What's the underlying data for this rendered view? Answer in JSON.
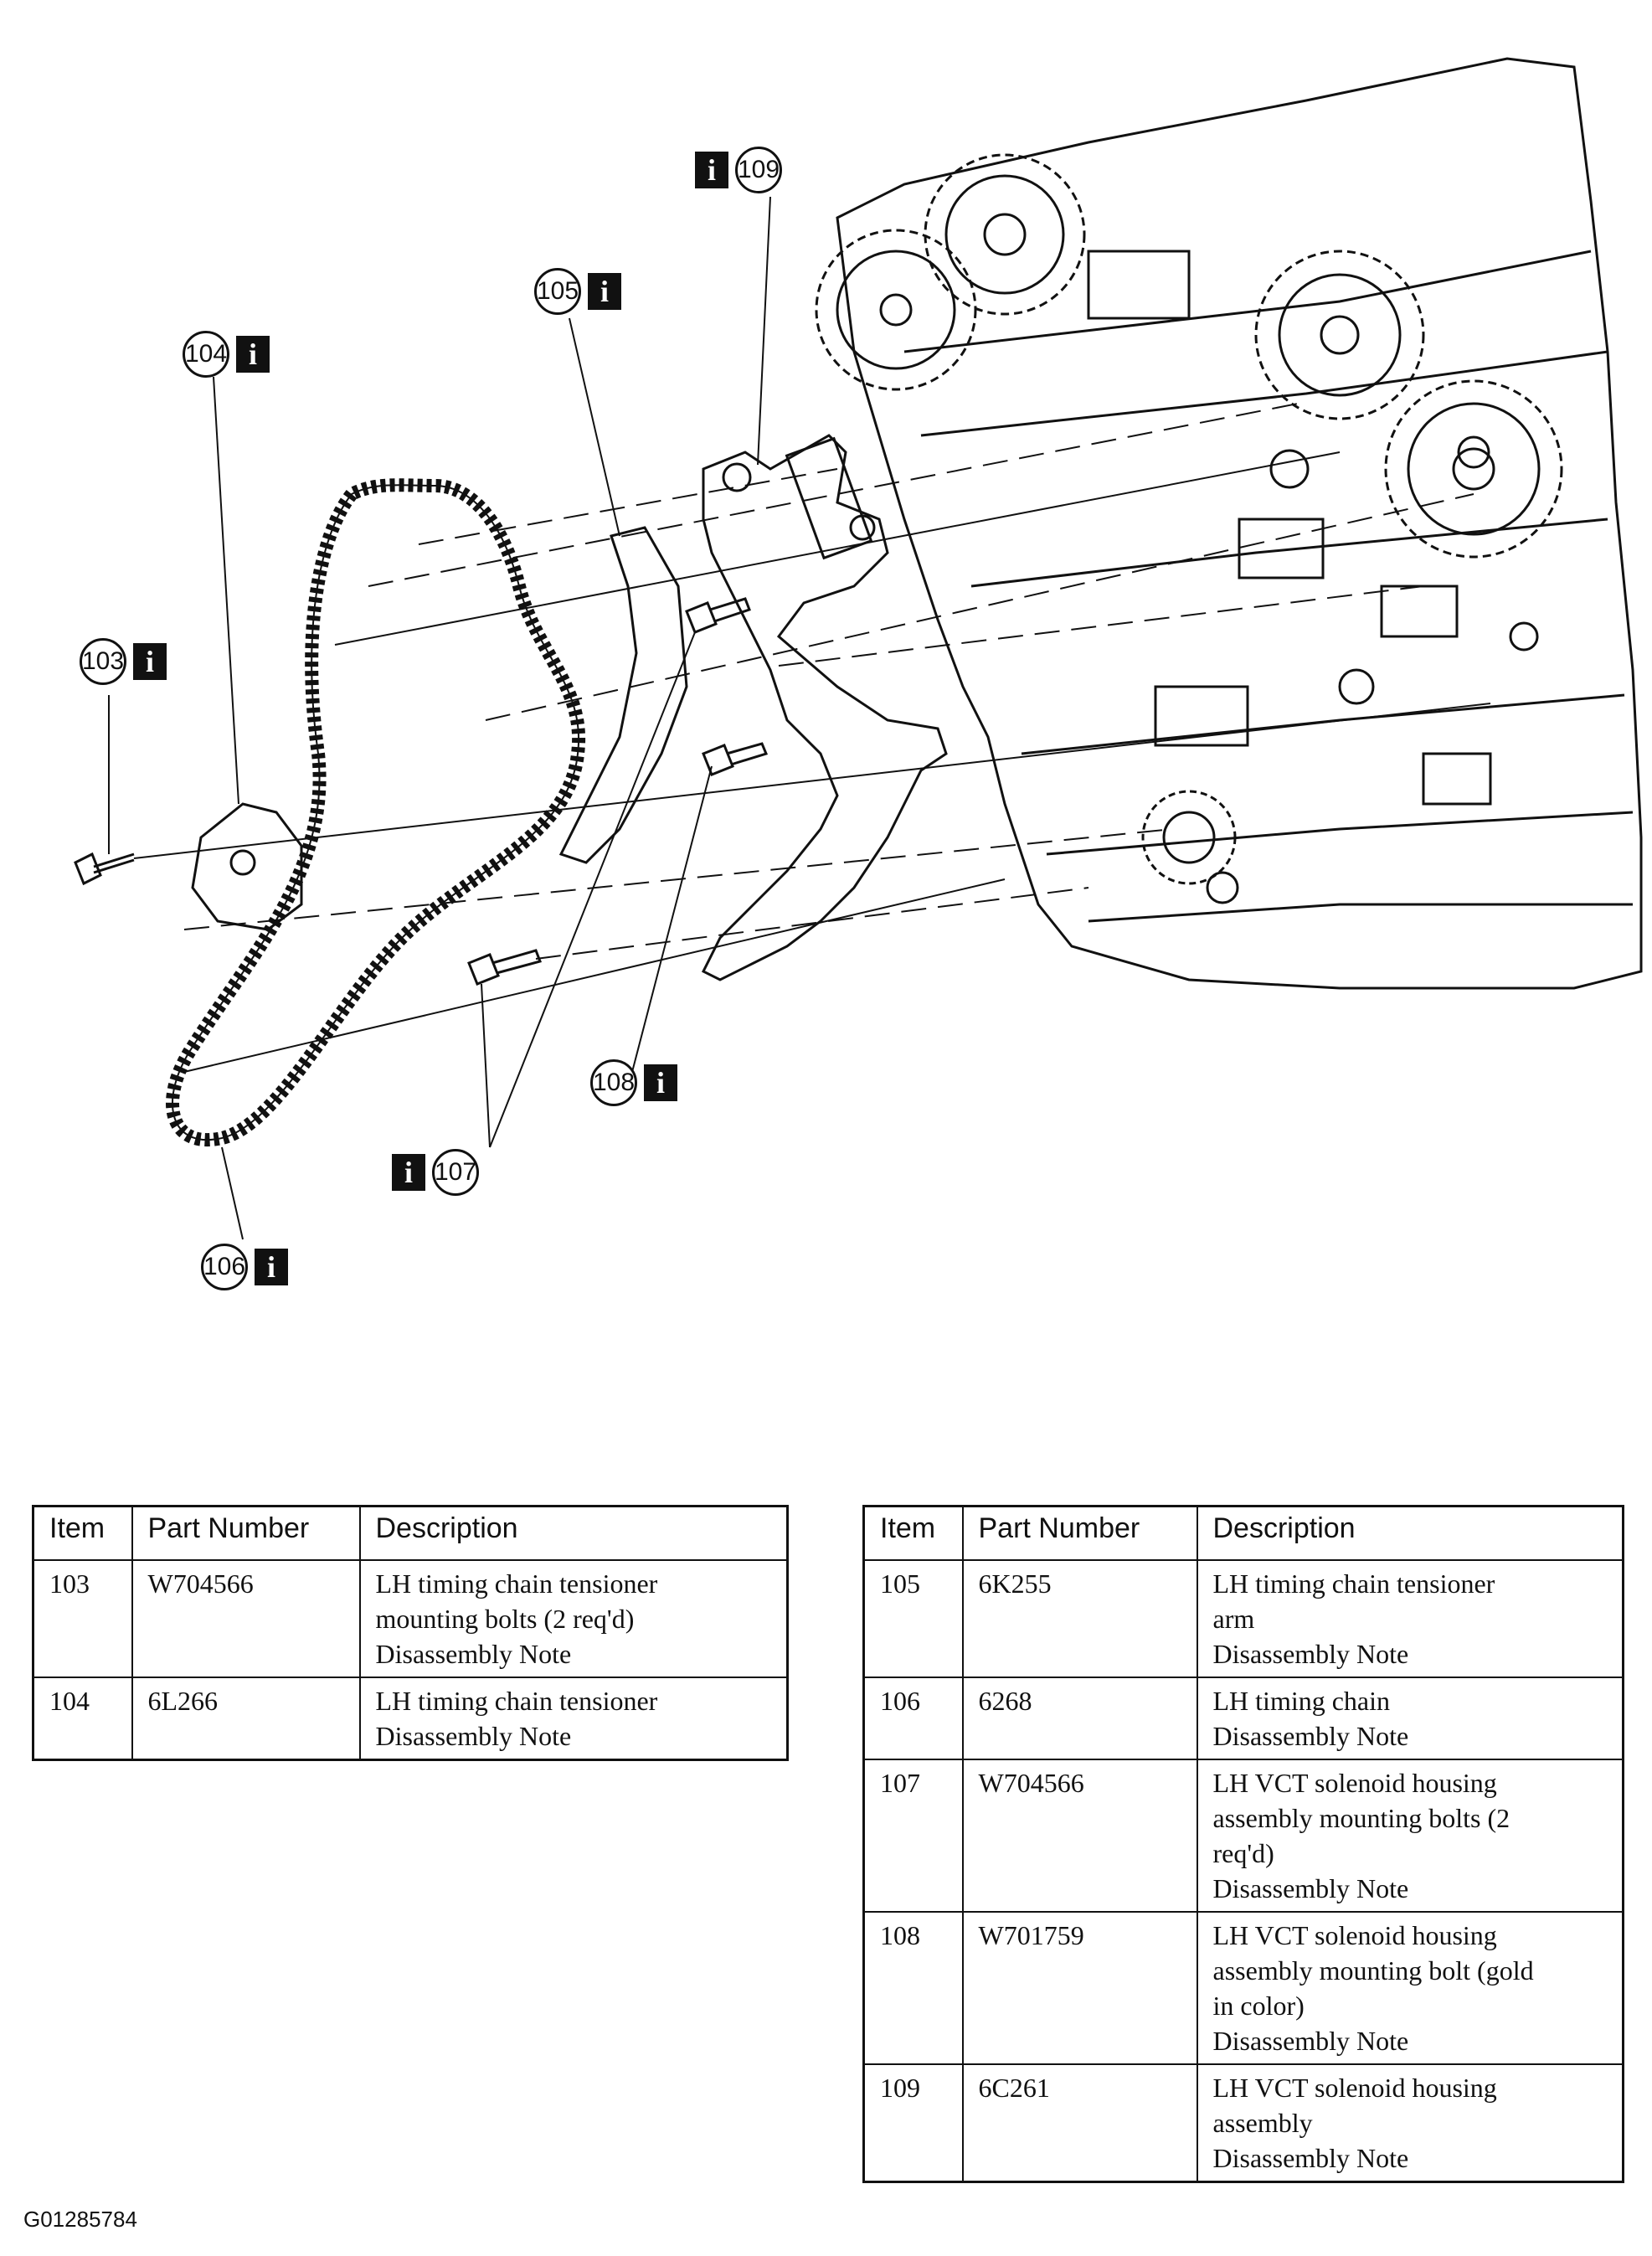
{
  "callouts": [
    {
      "id": "103"
    },
    {
      "id": "104"
    },
    {
      "id": "105"
    },
    {
      "id": "106"
    },
    {
      "id": "107"
    },
    {
      "id": "108"
    },
    {
      "id": "109"
    }
  ],
  "info_glyph": "i",
  "tables": {
    "left": {
      "headers": [
        "Item",
        "Part Number",
        "Description"
      ],
      "rows": [
        {
          "item": "103",
          "part": "W704566",
          "desc": [
            "LH timing chain tensioner",
            "mounting bolts (2 req'd)",
            "Disassembly Note"
          ]
        },
        {
          "item": "104",
          "part": "6L266",
          "desc": [
            "LH timing chain tensioner",
            "Disassembly Note"
          ]
        }
      ]
    },
    "right": {
      "headers": [
        "Item",
        "Part Number",
        "Description"
      ],
      "rows": [
        {
          "item": "105",
          "part": "6K255",
          "desc": [
            "LH timing chain tensioner",
            "arm",
            "Disassembly Note"
          ]
        },
        {
          "item": "106",
          "part": "6268",
          "desc": [
            "LH timing chain",
            "Disassembly Note"
          ]
        },
        {
          "item": "107",
          "part": "W704566",
          "desc": [
            "LH VCT solenoid housing",
            "assembly mounting bolts (2",
            "req'd)",
            "Disassembly Note"
          ]
        },
        {
          "item": "108",
          "part": "W701759",
          "desc": [
            "LH VCT solenoid housing",
            "assembly mounting bolt (gold",
            "in color)",
            "Disassembly Note"
          ]
        },
        {
          "item": "109",
          "part": "6C261",
          "desc": [
            "LH VCT solenoid housing",
            "assembly",
            "Disassembly Note"
          ]
        }
      ]
    }
  },
  "figure_id": "G01285784"
}
